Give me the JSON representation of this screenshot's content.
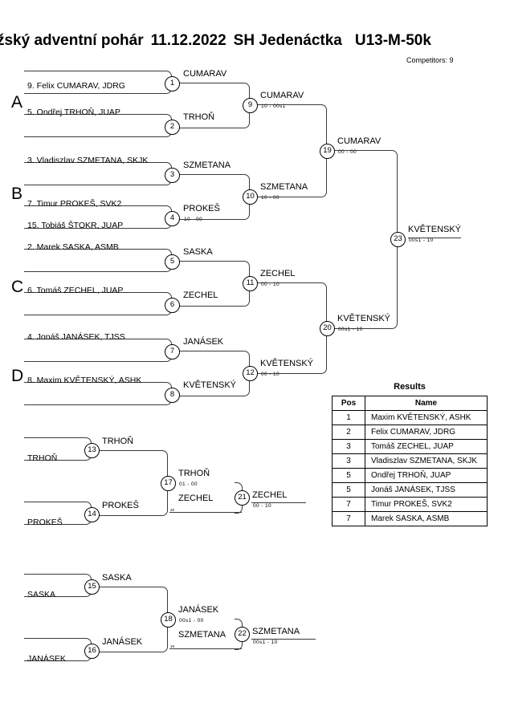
{
  "header": {
    "event_name": "ražský adventní pohár",
    "date": "11.12.2022",
    "venue": "SH Jedenáctka",
    "category": "U13-M-50k",
    "competitors": "Competitors: 9"
  },
  "groups": [
    {
      "label": "A"
    },
    {
      "label": "B"
    },
    {
      "label": "C"
    },
    {
      "label": "D"
    }
  ],
  "entrants": [
    {
      "seed_name": "9. Felix CUMARAV, JDRG"
    },
    {
      "seed_name": "5. Ondřej TRHOŇ, JUAP"
    },
    {
      "seed_name": "3. Vladiszlav SZMETANA, SKJK"
    },
    {
      "seed_name": "7. Timur PROKEŠ, SVK2"
    },
    {
      "seed_name": "15. Tobiáš ŠTOKR, JUAP"
    },
    {
      "seed_name": "2. Marek SASKA, ASMB"
    },
    {
      "seed_name": "6. Tomáš ZECHEL, JUAP"
    },
    {
      "seed_name": "4. Jonáš JANÁSEK, TJSS"
    },
    {
      "seed_name": "8. Maxim KVĚTENSKÝ, ASHK"
    }
  ],
  "matches": {
    "m1": {
      "no": "1",
      "winner": "CUMARAV",
      "score": ""
    },
    "m2": {
      "no": "2",
      "winner": "TRHOŇ",
      "score": ""
    },
    "m3": {
      "no": "3",
      "winner": "SZMETANA",
      "score": ""
    },
    "m4": {
      "no": "4",
      "winner": "PROKEŠ",
      "score": "10 - 00"
    },
    "m5": {
      "no": "5",
      "winner": "SASKA",
      "score": ""
    },
    "m6": {
      "no": "6",
      "winner": "ZECHEL",
      "score": ""
    },
    "m7": {
      "no": "7",
      "winner": "JANÁSEK",
      "score": ""
    },
    "m8": {
      "no": "8",
      "winner": "KVĚTENSKÝ",
      "score": ""
    },
    "m9": {
      "no": "9",
      "winner": "CUMARAV",
      "score": "10 - 00s1"
    },
    "m10": {
      "no": "10",
      "winner": "SZMETANA",
      "score": "10 - 00"
    },
    "m11": {
      "no": "11",
      "winner": "ZECHEL",
      "score": "00 - 10"
    },
    "m12": {
      "no": "12",
      "winner": "KVĚTENSKÝ",
      "score": "00 - 10"
    },
    "m13": {
      "no": "13",
      "winner": "TRHOŇ",
      "score": "",
      "feed": "TRHOŇ"
    },
    "m14": {
      "no": "14",
      "winner": "PROKEŠ",
      "score": "",
      "feed": "PROKEŠ"
    },
    "m15": {
      "no": "15",
      "winner": "SASKA",
      "score": "",
      "feed": "SASKA"
    },
    "m16": {
      "no": "16",
      "winner": "JANÁSEK",
      "score": "",
      "feed": "JANÁSEK"
    },
    "m17": {
      "no": "17",
      "winner": "TRHOŇ",
      "score": "01 - 00"
    },
    "m18": {
      "no": "18",
      "winner": "JANÁSEK",
      "score": "00s1 - 00"
    },
    "m19": {
      "no": "19",
      "winner": "CUMARAV",
      "score": "00 - 00"
    },
    "m20": {
      "no": "20",
      "winner": "KVĚTENSKÝ",
      "score": "00s1 - 10"
    },
    "m21": {
      "no": "21",
      "winner": "ZECHEL",
      "score": "00 - 10",
      "opponent": "ZECHEL",
      "opponent_ref": "20"
    },
    "m22": {
      "no": "22",
      "winner": "SZMETANA",
      "score": "00s1 - 10",
      "opponent": "SZMETANA",
      "opponent_ref": "19"
    },
    "m23": {
      "no": "23",
      "winner": "KVĚTENSKÝ",
      "score": "00s1 - 10"
    }
  },
  "results": {
    "title": "Results",
    "columns": [
      "Pos",
      "Name"
    ],
    "rows": [
      {
        "pos": "1",
        "name": "Maxim KVĚTENSKÝ, ASHK"
      },
      {
        "pos": "2",
        "name": "Felix CUMARAV, JDRG"
      },
      {
        "pos": "3",
        "name": "Tomáš ZECHEL, JUAP"
      },
      {
        "pos": "3",
        "name": "Vladiszlav SZMETANA, SKJK"
      },
      {
        "pos": "5",
        "name": "Ondřej TRHOŇ, JUAP"
      },
      {
        "pos": "5",
        "name": "Jonáš JANÁSEK, TJSS"
      },
      {
        "pos": "7",
        "name": "Timur PROKEŠ, SVK2"
      },
      {
        "pos": "7",
        "name": "Marek SASKA, ASMB"
      }
    ]
  },
  "colors": {
    "line": "#3a3a3a",
    "text": "#000000",
    "background": "#ffffff"
  }
}
